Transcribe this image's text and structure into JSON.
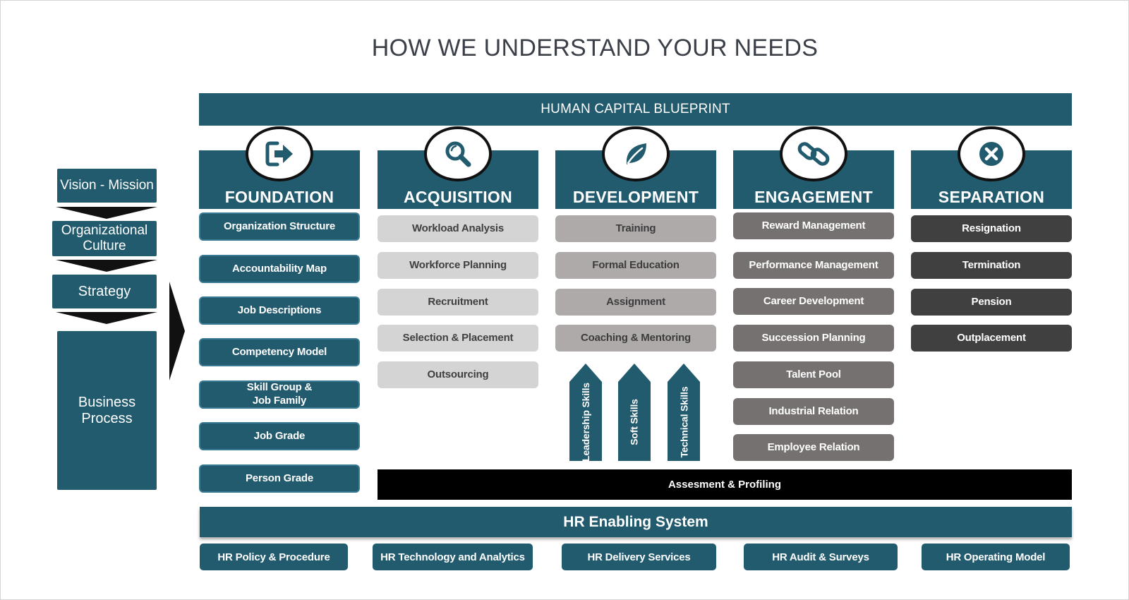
{
  "title": "HOW WE UNDERSTAND YOUR NEEDS",
  "banner": "HUMAN CAPITAL BLUEPRINT",
  "left_column": {
    "vision": "Vision - Mission",
    "culture": "Organizational Culture",
    "strategy": "Strategy",
    "process": "Business Process"
  },
  "columns": {
    "foundation": {
      "label": "FOUNDATION",
      "icon": "exit-arrow-icon",
      "items": [
        "Organization Structure",
        "Accountability Map",
        "Job Descriptions",
        "Competency Model",
        "Skill Group & Job Family",
        "Job Grade",
        "Person Grade"
      ]
    },
    "acquisition": {
      "label": "ACQUISITION",
      "icon": "magnifier-icon",
      "items": [
        "Workload Analysis",
        "Workforce Planning",
        "Recruitment",
        "Selection & Placement",
        "Outsourcing"
      ]
    },
    "development": {
      "label": "DEVELOPMENT",
      "icon": "leaf-icon",
      "items": [
        "Training",
        "Formal Education",
        "Assignment",
        "Coaching & Mentoring"
      ],
      "arrows": [
        "Leadership Skills",
        "Soft Skills",
        "Technical Skills"
      ]
    },
    "engagement": {
      "label": "ENGAGEMENT",
      "icon": "chain-link-icon",
      "items": [
        "Reward Management",
        "Performance Management",
        "Career Development",
        "Succession Planning",
        "Talent Pool",
        "Industrial Relation",
        "Employee Relation"
      ]
    },
    "separation": {
      "label": "SEPARATION",
      "icon": "cross-circle-icon",
      "items": [
        "Resignation",
        "Termination",
        "Pension",
        "Outplacement"
      ]
    }
  },
  "assessment": "Assesment & Profiling",
  "hr_enabling": "HR Enabling System",
  "bottom": [
    "HR Policy & Procedure",
    "HR Technology and Analytics",
    "HR Delivery Services",
    "HR Audit & Surveys",
    "HR Operating Model"
  ],
  "colors": {
    "primary": "#225a6e",
    "acquisition": "#d4d4d4",
    "development": "#aeaaaa",
    "engagement": "#767171",
    "separation": "#404040"
  }
}
